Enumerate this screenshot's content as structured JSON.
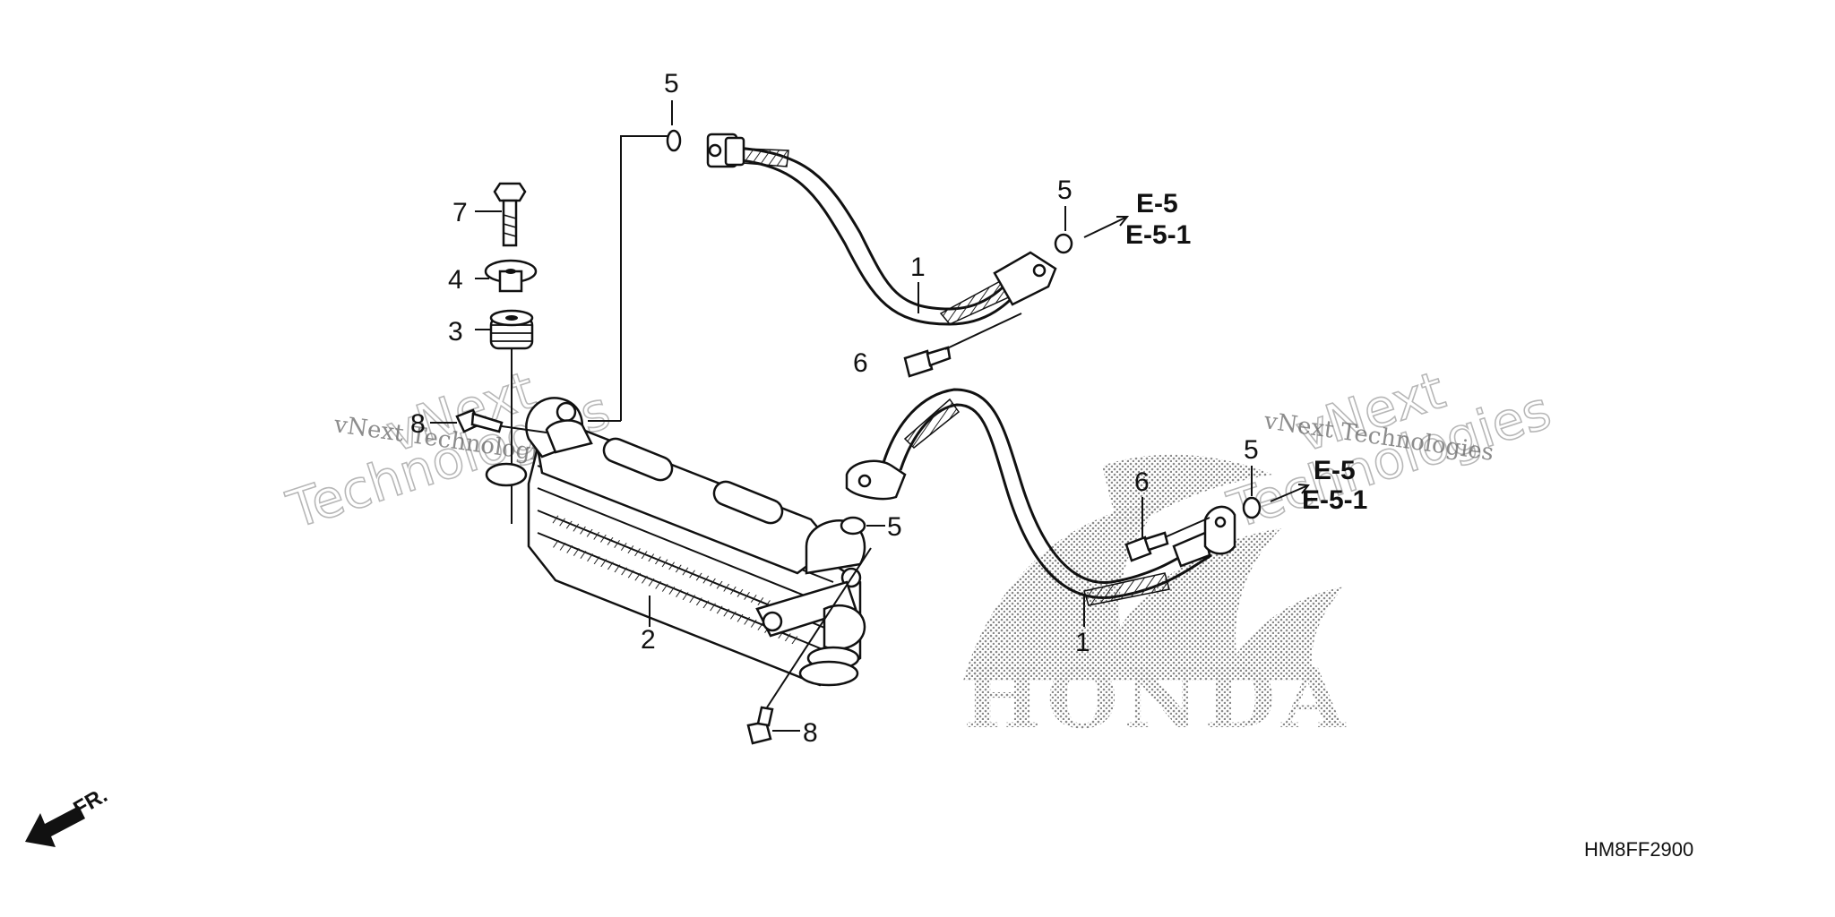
{
  "diagram": {
    "code": "HM8FF2900",
    "front_label": "FR.",
    "brand_mark": "HONDA",
    "watermark_small": "vNext Technologies",
    "watermark_big_1": "vNext",
    "watermark_big_2": "Technologies",
    "references": {
      "upper_line1": "E-5",
      "upper_line2": "E-5-1",
      "lower_line1": "E-5",
      "lower_line2": "E-5-1"
    },
    "callouts": {
      "p5_top": "5",
      "p7": "7",
      "p4": "4",
      "p3": "3",
      "p8_left": "8",
      "p5_upper_right": "5",
      "p1_upper": "1",
      "p6_upper": "6",
      "p5_center": "5",
      "p2": "2",
      "p8_bottom": "8",
      "p6_lower": "6",
      "p5_lower_right": "5",
      "p1_lower": "1"
    }
  }
}
